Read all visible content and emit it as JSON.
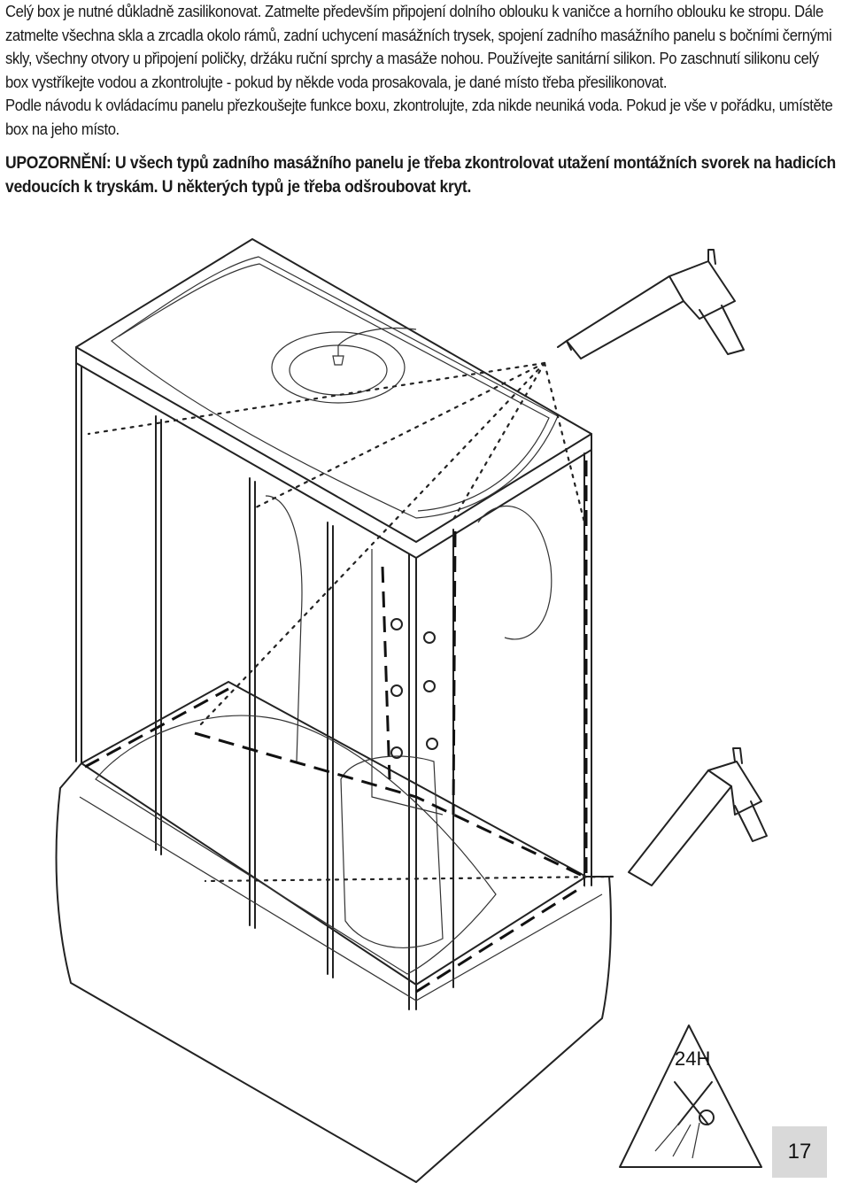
{
  "instructions": {
    "paragraph_1": "Celý box je nutné důkladně zasilikonovat. Zatmelte především připojení dolního oblouku k vaničce a horního oblouku ke stropu. Dále zatmelte všechna skla a zrcadla okolo rámů, zadní uchycení masážních trysek, spojení zadního masážního panelu s bočními černými skly, všechny otvory u připojení poličky, držáku ruční sprchy a masáže nohou. Používejte sanitární silikon. Po zaschnutí silikonu celý box vystříkejte vodou a zkontrolujte - pokud by někde voda prosakovala, je dané místo třeba přesilikonovat.",
    "paragraph_2": "Podle návodu k ovládacímu panelu přezkoušejte funkce boxu, zkontrolujte, zda nikde neuniká voda. Pokud je vše v pořádku, umístěte box na jeho místo.",
    "warning_label": "UPOZORNĚNÍ:",
    "warning_text": " U všech typů zadního masážního panelu je třeba zkontrolovat utažení montážních svorek na hadicích vedoucích k tryskám. U některých typů je třeba odšroubovat kryt."
  },
  "illustration": {
    "cure_time_label": "24H"
  },
  "page_number": "17"
}
